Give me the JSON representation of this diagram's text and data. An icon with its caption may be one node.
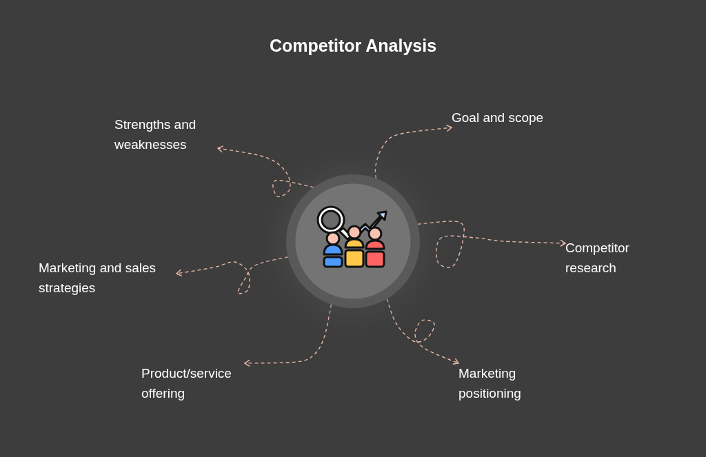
{
  "diagram": {
    "title": "Competitor Analysis",
    "nodes": [
      {
        "text": [],
        "shape": "circle"
      },
      {
        "text": [
          "Strengths and weaknesses"
        ]
      },
      {
        "text": [
          "Goal and scope"
        ]
      },
      {
        "text": [
          "Competitor research"
        ]
      },
      {
        "text": [
          "Marketing and sales strategies"
        ]
      },
      {
        "text": [
          "Product/service offering"
        ]
      },
      {
        "text": [
          "Marketing positioning"
        ]
      }
    ],
    "edges": [
      {
        "from": 0,
        "to": 1,
        "arrow": "to",
        "style": "dashed"
      },
      {
        "from": 0,
        "to": 2,
        "arrow": "to",
        "style": "dashed"
      },
      {
        "from": 0,
        "to": 3,
        "arrow": "to",
        "style": "dashed"
      },
      {
        "from": 0,
        "to": 4,
        "arrow": "to",
        "style": "dashed"
      },
      {
        "from": 0,
        "to": 5,
        "arrow": "to",
        "style": "dashed"
      },
      {
        "from": 0,
        "to": 6,
        "arrow": "to",
        "style": "dashed"
      }
    ]
  }
}
